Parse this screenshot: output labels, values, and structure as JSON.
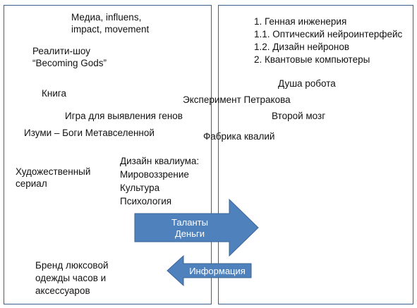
{
  "left": {
    "media": "Медиа, influens,\nimpact, movement",
    "reality_show": "Реалити-шоу\n“Becoming Gods”",
    "book": "Книга",
    "gene_game": "Игра для выявления генов",
    "izumi": "Изуми – Боги Метавселенной",
    "series": "Художественный\nсериал",
    "qualium_design": "Дизайн квалиума:\nМировоззрение\nКультура\nПсихология",
    "brand": "Бренд люксовой\nодежды часов и\nаксессуаров"
  },
  "right": {
    "list": [
      "1. Генная инженерия",
      "1.1. Оптический нейроинтерфейс",
      "1.2. Дизайн нейронов",
      "2. Квантовые компьютеры"
    ],
    "robot_soul": "Душа робота",
    "petrakov": "Эксперимент Петракова",
    "second_brain": "Второй мозг",
    "qualia_factory": "Фабрика квалий"
  },
  "arrows": {
    "right_label": "Таланты\nДеньги",
    "left_label": "Информация"
  },
  "colors": {
    "arrow_fill": "#4f81bd",
    "arrow_stroke": "#3a6596",
    "panel_border": "#3b5f8e"
  }
}
